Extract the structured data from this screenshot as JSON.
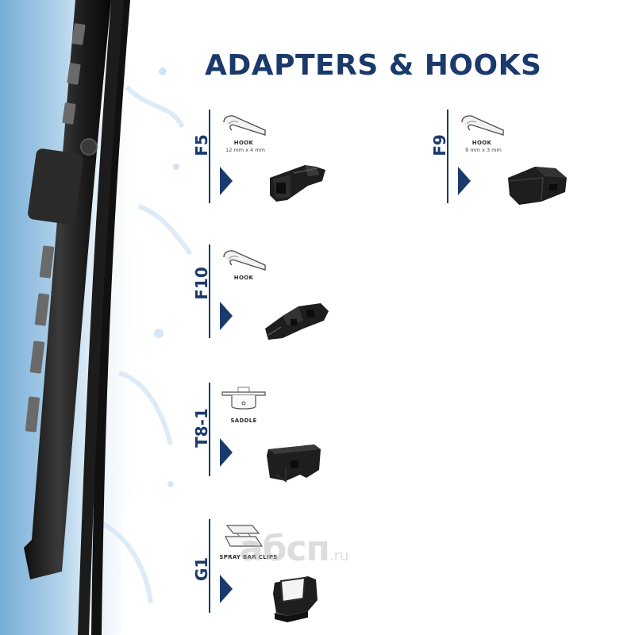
{
  "title": "ADAPTERS & HOOKS",
  "adapters": [
    {
      "code": "F5",
      "label": "HOOK",
      "dims": "12 mm x 4 mm",
      "sketch_icon": "hook-sketch-icon",
      "adapter_icon": "f5-adapter-icon"
    },
    {
      "code": "F9",
      "label": "HOOK",
      "dims": "9 mm x 3 mm",
      "sketch_icon": "hook-sketch-icon",
      "adapter_icon": "f9-adapter-icon"
    },
    {
      "code": "F10",
      "label": "HOOK",
      "dims": "",
      "sketch_icon": "hook-sketch-icon",
      "adapter_icon": "f10-adapter-icon"
    },
    {
      "code": "T8-1",
      "label": "SADDLE",
      "dims": "",
      "sketch_icon": "saddle-sketch-icon",
      "adapter_icon": "t8-1-adapter-icon"
    },
    {
      "code": "G1",
      "label": "SPRAY BAR CLIPS",
      "dims": "",
      "sketch_icon": "spray-clip-sketch-icon",
      "adapter_icon": "g1-adapter-icon"
    }
  ],
  "watermark": {
    "name": "абсп",
    "tld": ".ru"
  },
  "colors": {
    "brand_blue": "#1b3a6b",
    "water_blue": "#bcd8ee",
    "adapter_black": "#1e1e1e"
  }
}
